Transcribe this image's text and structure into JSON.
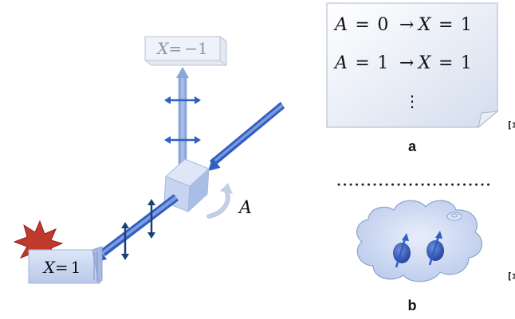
{
  "detector_top": {
    "var": "X",
    "eq": "=",
    "val": "−1"
  },
  "detector_bottom": {
    "var": "X",
    "eq": "=",
    "val": "1"
  },
  "rotation_label": "A",
  "note_a": {
    "line1": {
      "a": "A",
      "eq1": "=",
      "aval": "0",
      "arrow": "→",
      "x": "X",
      "eq2": "=",
      "xval": "1"
    },
    "line2": {
      "a": "A",
      "eq1": "=",
      "aval": "1",
      "arrow": "→",
      "x": "X",
      "eq2": "=",
      "xval": "1"
    },
    "ellipsis": "⋮"
  },
  "panel_a_label": "a",
  "panel_b_label": "b",
  "side_glyph": "Ξ",
  "colors": {
    "beam_blue": "#2f5fbf",
    "pale_beam": "#8aa6dd",
    "box_fill": "#c9d6f0",
    "box_stroke": "#9fb3dc",
    "grey_box_text": "#8c96a8",
    "star_red": "#c0392b"
  },
  "icons": {
    "polarization": "double-arrow-icon",
    "rotation": "curved-arrow-icon",
    "explosion": "explosion-icon",
    "particle": "spin-particle-icon"
  }
}
